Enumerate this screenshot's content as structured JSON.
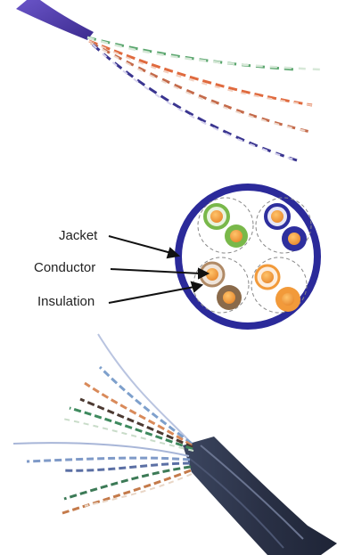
{
  "labels": {
    "jacket": "Jacket",
    "conductor": "Conductor",
    "insulation": "Insulation"
  },
  "colors": {
    "jacket_blue": "#2b2a9a",
    "orange": "#f29a3a",
    "green": "#79b84a",
    "brown": "#8a6a4a",
    "blue_pair": "#2e2f9e",
    "dark_cable": "#2b3247"
  }
}
